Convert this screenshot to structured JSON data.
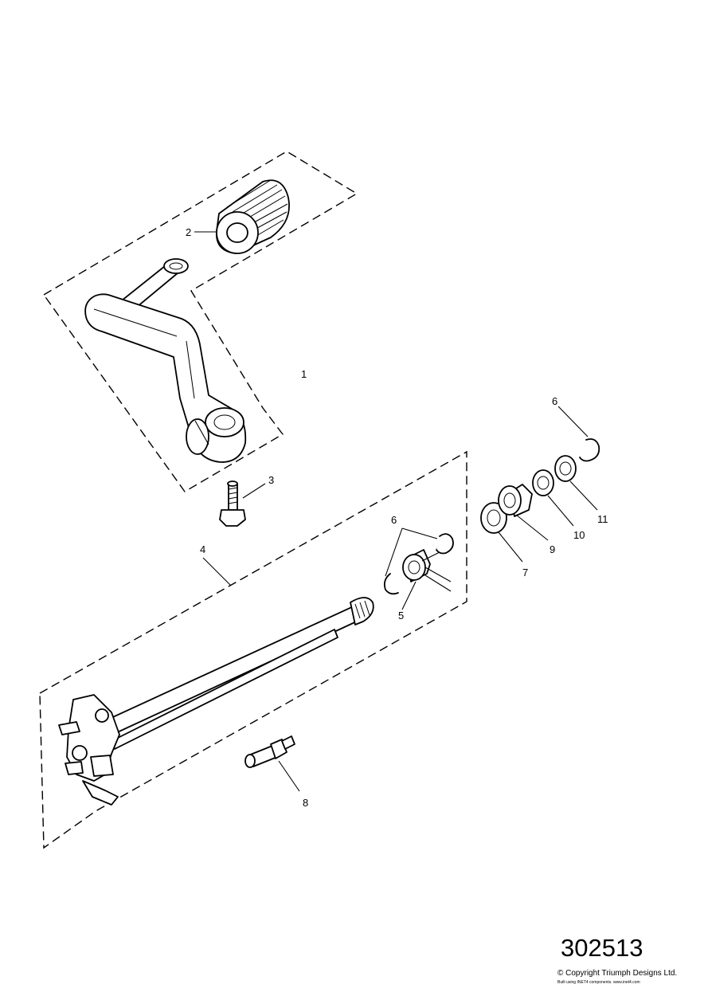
{
  "diagram": {
    "reference_number": "302513",
    "copyright": "© Copyright Triumph Designs Ltd.",
    "built_with": "Built using INET4 components. www.inet4.com",
    "callouts": {
      "c1": "1",
      "c2": "2",
      "c3": "3",
      "c4": "4",
      "c5": "5",
      "c6_top": "6",
      "c6_mid": "6",
      "c7": "7",
      "c8": "8",
      "c9": "9",
      "c10": "10",
      "c11": "11"
    }
  }
}
